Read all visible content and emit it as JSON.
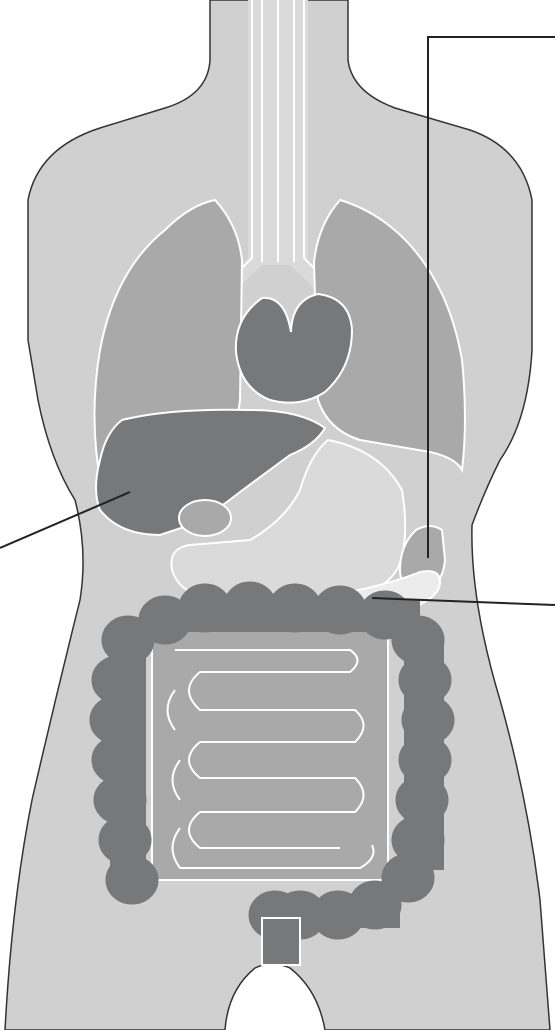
{
  "diagram": {
    "labels": [],
    "colors": {
      "background": "#ffffff",
      "body": "#d0d0d0",
      "body_outline": "#333333",
      "organ_light": "#a9a9a9",
      "organ_pale": "#dadada",
      "organ_dark": "#77787a",
      "organ_outline": "#ffffff",
      "pointer_line": "#222222"
    },
    "organs": [
      {
        "id": "torso"
      },
      {
        "id": "trachea"
      },
      {
        "id": "left-lung"
      },
      {
        "id": "right-lung"
      },
      {
        "id": "heart"
      },
      {
        "id": "liver"
      },
      {
        "id": "gallbladder"
      },
      {
        "id": "stomach"
      },
      {
        "id": "spleen"
      },
      {
        "id": "pancreas"
      },
      {
        "id": "small-intestine"
      },
      {
        "id": "large-intestine"
      },
      {
        "id": "rectum"
      }
    ],
    "pointers": [
      {
        "id": "pointer-liver"
      },
      {
        "id": "pointer-spleen"
      },
      {
        "id": "pointer-pancreas"
      }
    ]
  }
}
